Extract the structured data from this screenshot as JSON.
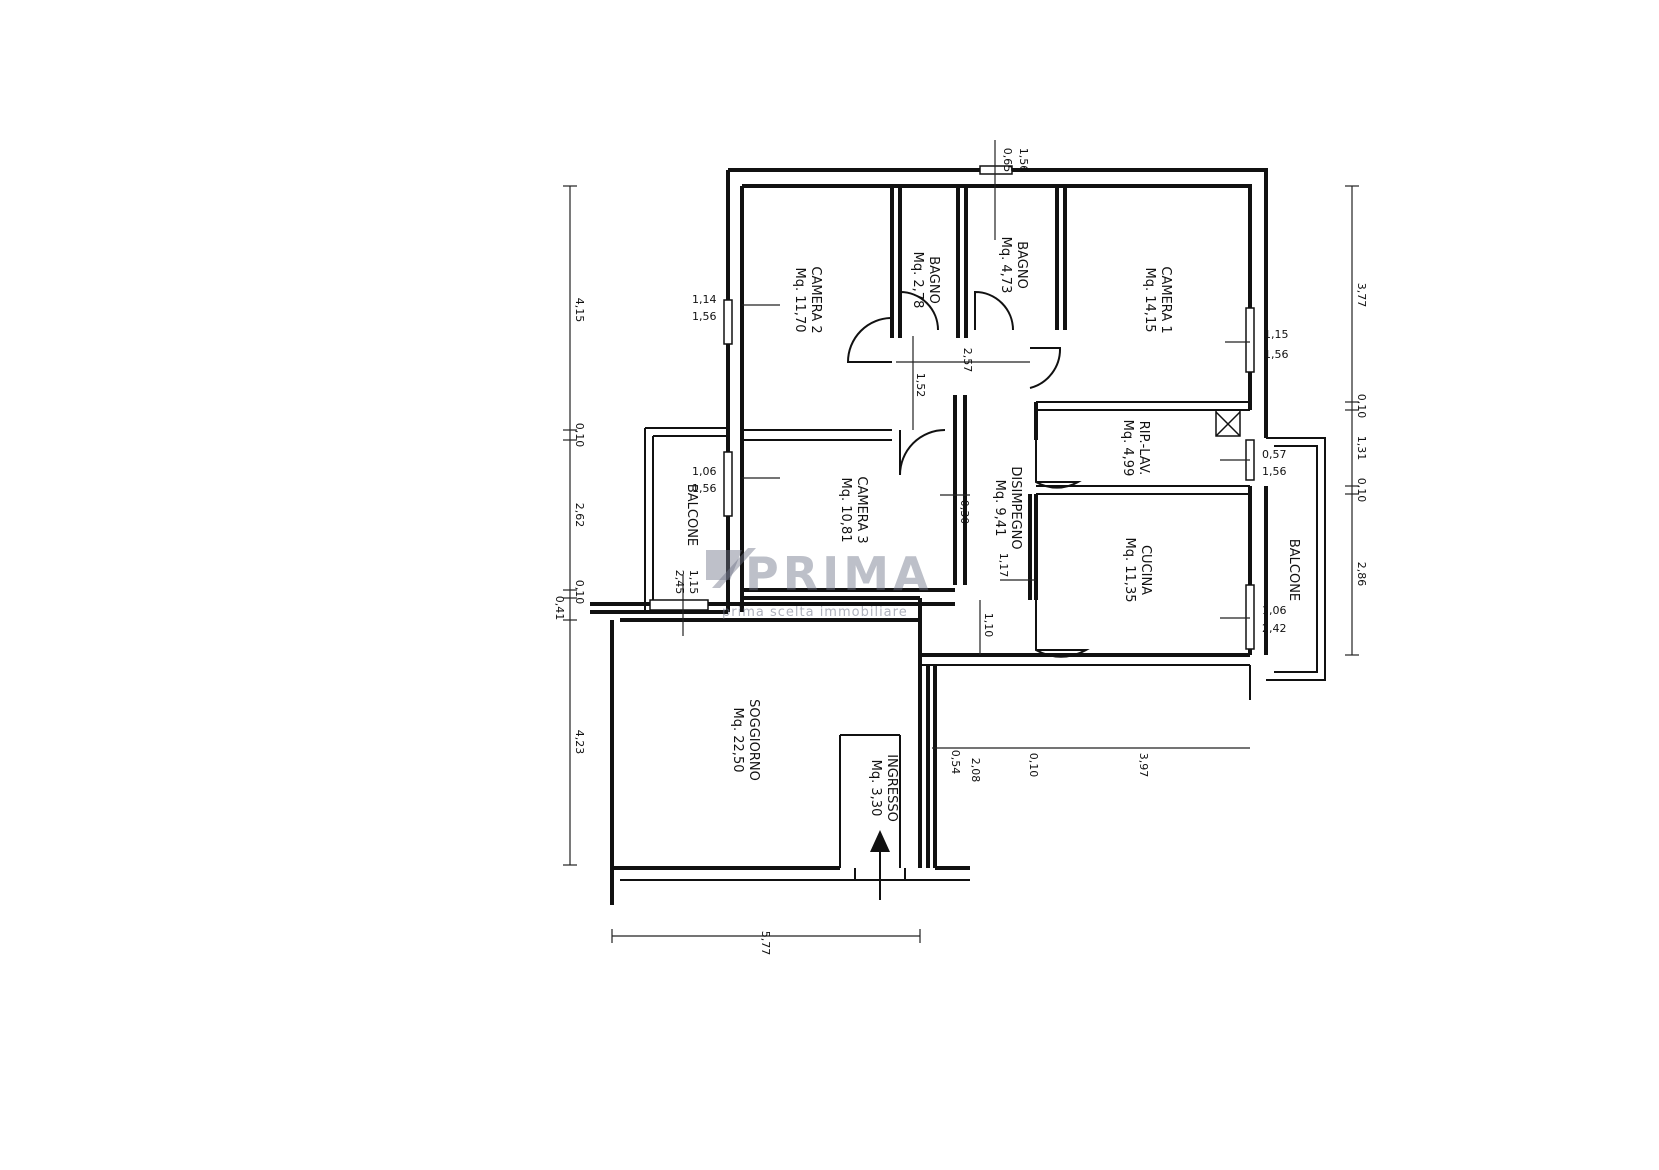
{
  "rooms": {
    "camera2": {
      "name": "CAMERA 2",
      "area": "Mq. 11,70"
    },
    "bagno_small": {
      "name": "BAGNO",
      "area": "Mq. 2,78"
    },
    "bagno": {
      "name": "BAGNO",
      "area": "Mq. 4,73"
    },
    "camera1": {
      "name": "CAMERA 1",
      "area": "Mq. 14,15"
    },
    "rip_lav": {
      "name": "RIP.-LAV.",
      "area": "Mq. 4,99"
    },
    "disimpegno": {
      "name": "DISIMPEGNO",
      "area": "Mq. 9,41"
    },
    "camera3": {
      "name": "CAMERA 3",
      "area": "Mq. 10,81"
    },
    "cucina": {
      "name": "CUCINA",
      "area": "Mq. 11,35"
    },
    "balcone_left": {
      "name": "BALCONE"
    },
    "balcone_right": {
      "name": "BALCONE"
    },
    "soggiorno": {
      "name": "SOGGIORNO",
      "area": "Mq. 22,50"
    },
    "ingresso": {
      "name": "INGRESSO",
      "area": "Mq. 3,30"
    }
  },
  "windows": {
    "top_a": "0,65",
    "top_b": "1,56",
    "cam2_a": "1,14",
    "cam2_b": "1,56",
    "cam3_a": "1,06",
    "cam3_b": "1,56",
    "cam1_a": "1,15",
    "cam1_b": "1,56",
    "rip_a": "0,57",
    "rip_b": "1,56",
    "cuc_a": "1,06",
    "cuc_b": "2,42",
    "bal_a": "1,15",
    "bal_b": "2,45"
  },
  "dims": {
    "left_415": "4,15",
    "left_010a": "0,10",
    "left_262": "2,62",
    "left_010b": "0,10",
    "left_041": "0,41",
    "left_423": "4,23",
    "right_377": "3,77",
    "right_010a": "0,10",
    "right_131": "1,31",
    "right_010b": "0,10",
    "right_286": "2,86",
    "bottom_577": "5,77",
    "d_257": "2,57",
    "d_152": "1,52",
    "d_030": "0,30",
    "d_117": "1,17",
    "d_110": "1,10",
    "d_054": "0,54",
    "d_208": "2,08",
    "d_010": "0,10",
    "d_397": "3,97"
  },
  "watermark": {
    "brand": "PRIMA",
    "tagline": "prima scelta immobiliare"
  }
}
